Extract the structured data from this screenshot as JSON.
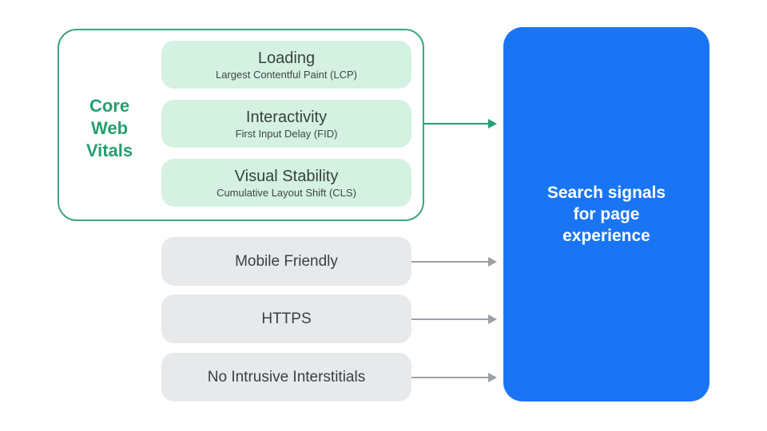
{
  "colors": {
    "green_accent": "#23a06f",
    "green_border": "#3ba57e",
    "green_pill_bg": "#d5f1e1",
    "pill_title_text": "#35423c",
    "pill_subtitle_text": "#3d4843",
    "gray_pill_bg": "#e8e9eb",
    "gray_text": "#3c4043",
    "blue_panel_bg": "#1a75f5",
    "white_text": "#ffffff",
    "gray_arrow": "#9aa0a6",
    "page_bg": "#ffffff"
  },
  "core_web_vitals": {
    "label": "Core\nWeb\nVitals",
    "vitals": [
      {
        "title": "Loading",
        "subtitle": "Largest Contentful Paint (LCP)"
      },
      {
        "title": "Interactivity",
        "subtitle": "First Input Delay (FID)"
      },
      {
        "title": "Visual Stability",
        "subtitle": "Cumulative Layout Shift (CLS)"
      }
    ]
  },
  "other_signals": [
    {
      "label": "Mobile Friendly"
    },
    {
      "label": "HTTPS"
    },
    {
      "label": "No Intrusive Interstitials"
    }
  ],
  "result_panel": {
    "title": "Search signals\nfor page\nexperience"
  }
}
